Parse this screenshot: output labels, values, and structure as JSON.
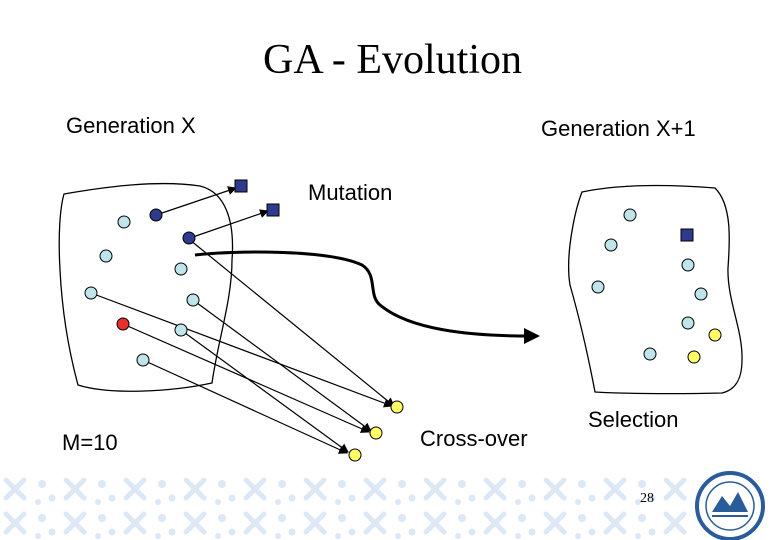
{
  "title": "GA - Evolution",
  "labels": {
    "generation_x": "Generation X",
    "generation_x1": "Generation X+1",
    "mutation": "Mutation",
    "m": "M=10",
    "crossover": "Cross-over",
    "selection": "Selection"
  },
  "page_number": "28",
  "logo_icon": "university-seal-icon",
  "colors": {
    "individual": "#bfe4ea",
    "mutated": "#2e3a8c",
    "mutant": "#2e3a8c",
    "crossover_child": "#ffff66",
    "parent_red": "#e8302a",
    "footer_pattern": "#dce8f6",
    "logo": "#2a5b9a"
  }
}
